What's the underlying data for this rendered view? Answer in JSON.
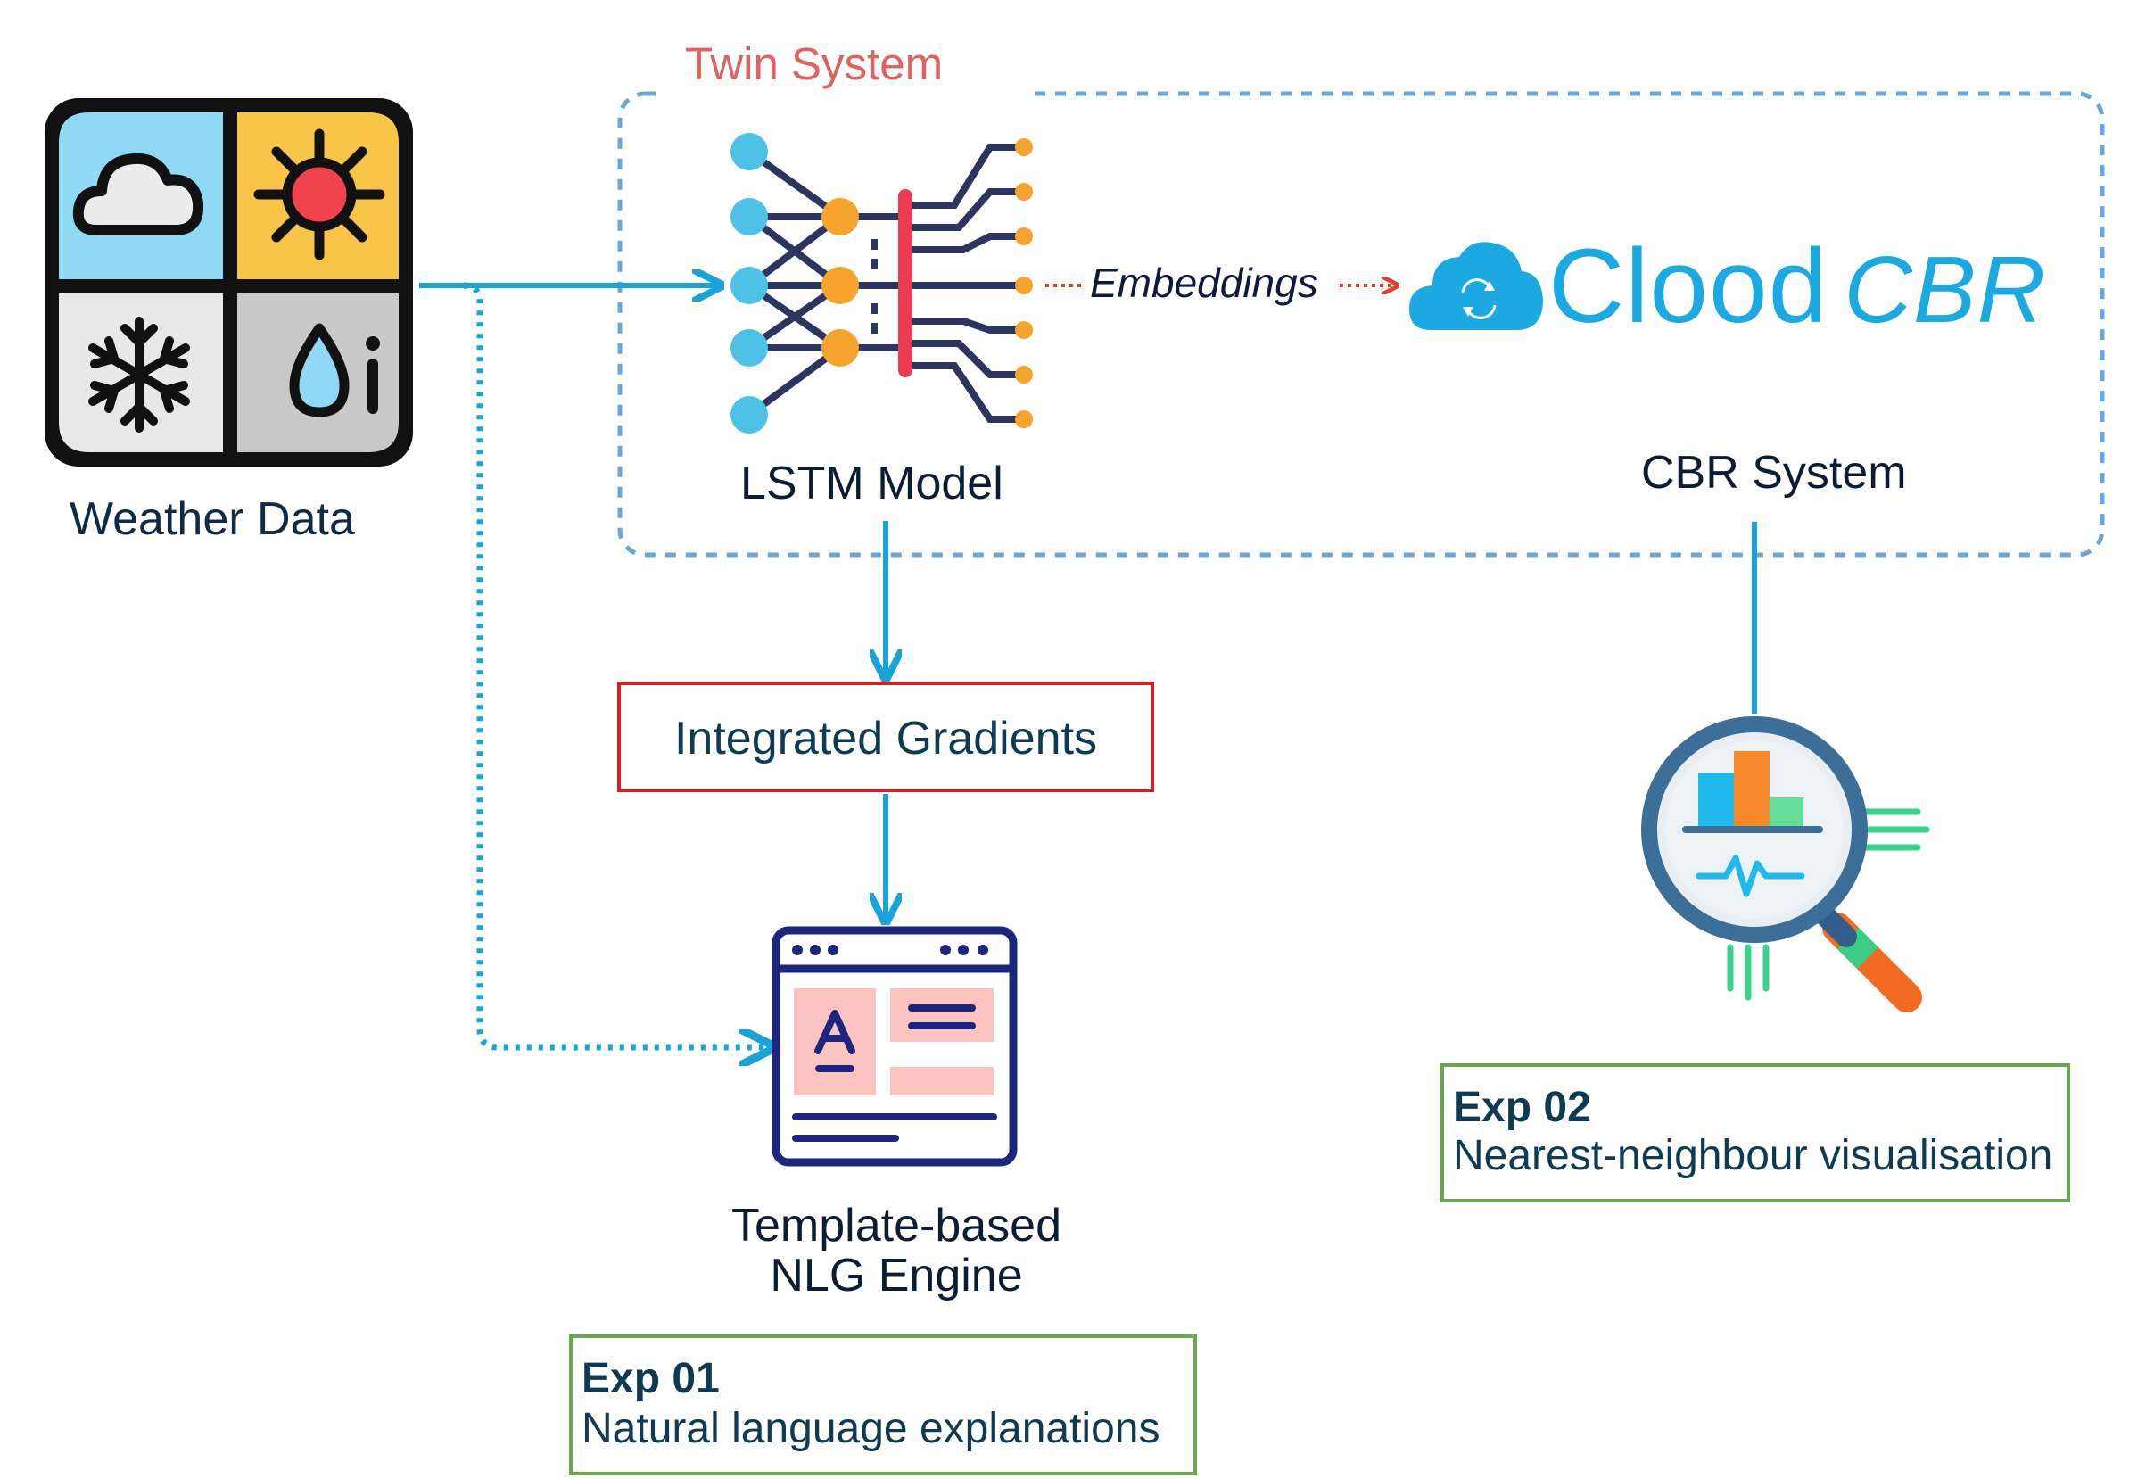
{
  "diagram": {
    "twin_system_label": "Twin System",
    "weather_label": "Weather Data",
    "lstm_label": "LSTM Model",
    "embeddings_label": "Embeddings",
    "cbr_system_label": "CBR System",
    "clood_logo": {
      "word1": "Clood",
      "word2": "CBR"
    },
    "integrated_gradients_label": "Integrated Gradients",
    "nlg_label_line1": "Template-based",
    "nlg_label_line2": "NLG Engine",
    "exp01": {
      "title": "Exp 01",
      "description": "Natural language explanations"
    },
    "exp02": {
      "title": "Exp 02",
      "description": "Nearest-neighbour visualisation"
    }
  },
  "colors": {
    "arrow_blue": "#1aa3d6",
    "dashed_border": "#6aa6d8",
    "twin_red": "#e0625e",
    "embed_red": "#d9432f",
    "ig_box_border": "#d31f26",
    "exp_box_border": "#6aa84f",
    "clood_blue": "#1aa9e1",
    "navy_text": "#0e2a47"
  },
  "icons": [
    "weather-cloud-icon",
    "weather-sun-icon",
    "weather-snowflake-icon",
    "weather-humidity-icon",
    "neural-network-icon",
    "cloud-sync-icon",
    "browser-template-icon",
    "magnifier-chart-icon"
  ]
}
